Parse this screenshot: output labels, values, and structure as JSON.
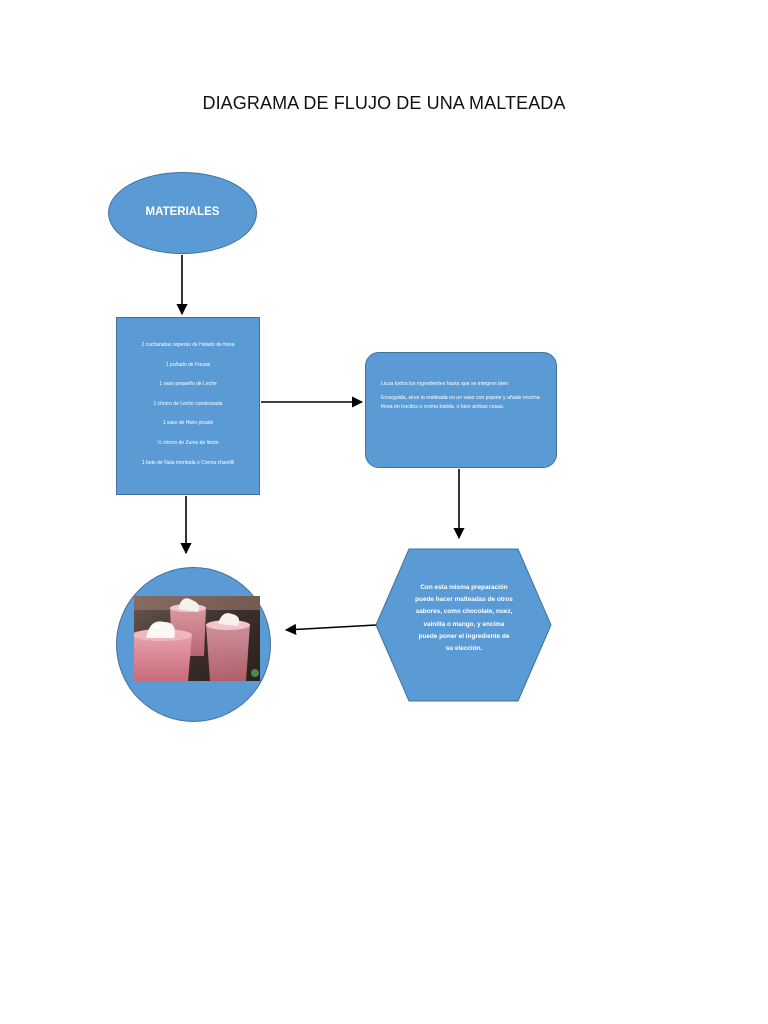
{
  "title": "DIAGRAMA DE FLUJO DE UNA MALTEADA",
  "materials": {
    "label": "MATERIALES"
  },
  "ingredients": [
    "2 cucharadas soperas de Helado de fresa",
    "1 puñado de Fresas",
    "1 vaso pequeño de Leche",
    "1 chorro de Leche condensada",
    "1 vaso de Hielo picado",
    "½ chorro de Zumo de limón",
    "1 bote de Nata montada o Crema chantilli"
  ],
  "steps": {
    "blend": "Licua todos los ingredientes hasta que se integren bien.",
    "serve": "Enseguida, sirve la malteada en un vaso con popote y añade encima fresa en trocitos o crema batida, o bien ambas cosas."
  },
  "variation": {
    "text": "Con esta misma preparación puede hacer malteadas de otros sabores, como chocolate, nuez, vainilla o mango, y encima puede poner el ingrediente de su elección."
  },
  "colors": {
    "shape_fill": "#5b9bd5",
    "shape_border": "#41719c",
    "arrow": "#000000"
  }
}
